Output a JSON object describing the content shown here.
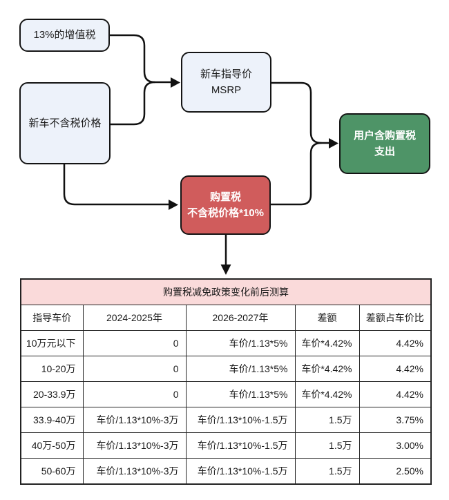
{
  "flowchart": {
    "box_vat": "13%的增值税",
    "box_pretax": "新车不含税价格",
    "box_msrp": "新车指导价\nMSRP",
    "box_purchase_tax": "购置税\n不含税价格*10%",
    "box_user_cost": "用户含购置税\n支出"
  },
  "colors": {
    "light_box_fill": "#edf2fa",
    "red_box_fill": "#d05c5c",
    "green_box_fill": "#4e9467",
    "table_title_fill": "#fadada",
    "line_color": "#111111"
  },
  "table": {
    "title": "购置税减免政策变化前后测算",
    "columns": [
      "指导车价",
      "2024-2025年",
      "2026-2027年",
      "差额",
      "差额占车价比"
    ],
    "rows": [
      [
        "10万元以下",
        "0",
        "车价/1.13*5%",
        "车价*4.42%",
        "4.42%"
      ],
      [
        "10-20万",
        "0",
        "车价/1.13*5%",
        "车价*4.42%",
        "4.42%"
      ],
      [
        "20-33.9万",
        "0",
        "车价/1.13*5%",
        "车价*4.42%",
        "4.42%"
      ],
      [
        "33.9-40万",
        "车价/1.13*10%-3万",
        "车价/1.13*10%-1.5万",
        "1.5万",
        "3.75%"
      ],
      [
        "40万-50万",
        "车价/1.13*10%-3万",
        "车价/1.13*10%-1.5万",
        "1.5万",
        "3.00%"
      ],
      [
        "50-60万",
        "车价/1.13*10%-3万",
        "车价/1.13*10%-1.5万",
        "1.5万",
        "2.50%"
      ]
    ]
  }
}
